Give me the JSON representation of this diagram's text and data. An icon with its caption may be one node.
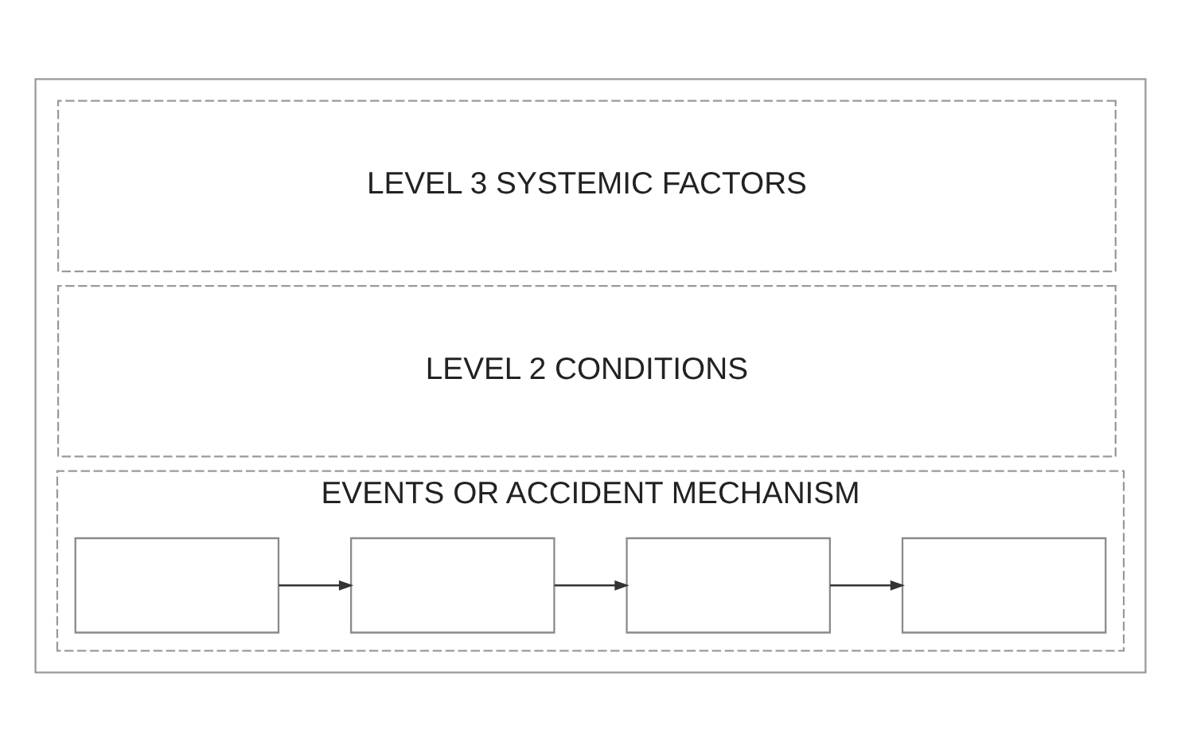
{
  "diagram": {
    "nodes": [
      {
        "text": [],
        "shape": "box"
      },
      {
        "text": [
          "LEVEL 3 SYSTEMIC FACTORS"
        ],
        "in": 0
      },
      {
        "text": [
          "LEVEL 2 CONDITIONS"
        ],
        "in": 0
      },
      {
        "text": [
          "EVENTS OR ACCIDENT MECHANISM"
        ],
        "in": 0
      },
      {
        "text": [],
        "shape": "box",
        "in": 3
      },
      {
        "text": [],
        "shape": "box",
        "in": 3
      },
      {
        "text": [],
        "shape": "box",
        "in": 3
      },
      {
        "text": [],
        "shape": "box",
        "in": 3
      }
    ],
    "edges": [
      {
        "from": 4,
        "to": 5,
        "arrow": "to"
      },
      {
        "from": 5,
        "to": 6,
        "arrow": "to"
      },
      {
        "from": 6,
        "to": 7,
        "arrow": "to"
      }
    ]
  }
}
